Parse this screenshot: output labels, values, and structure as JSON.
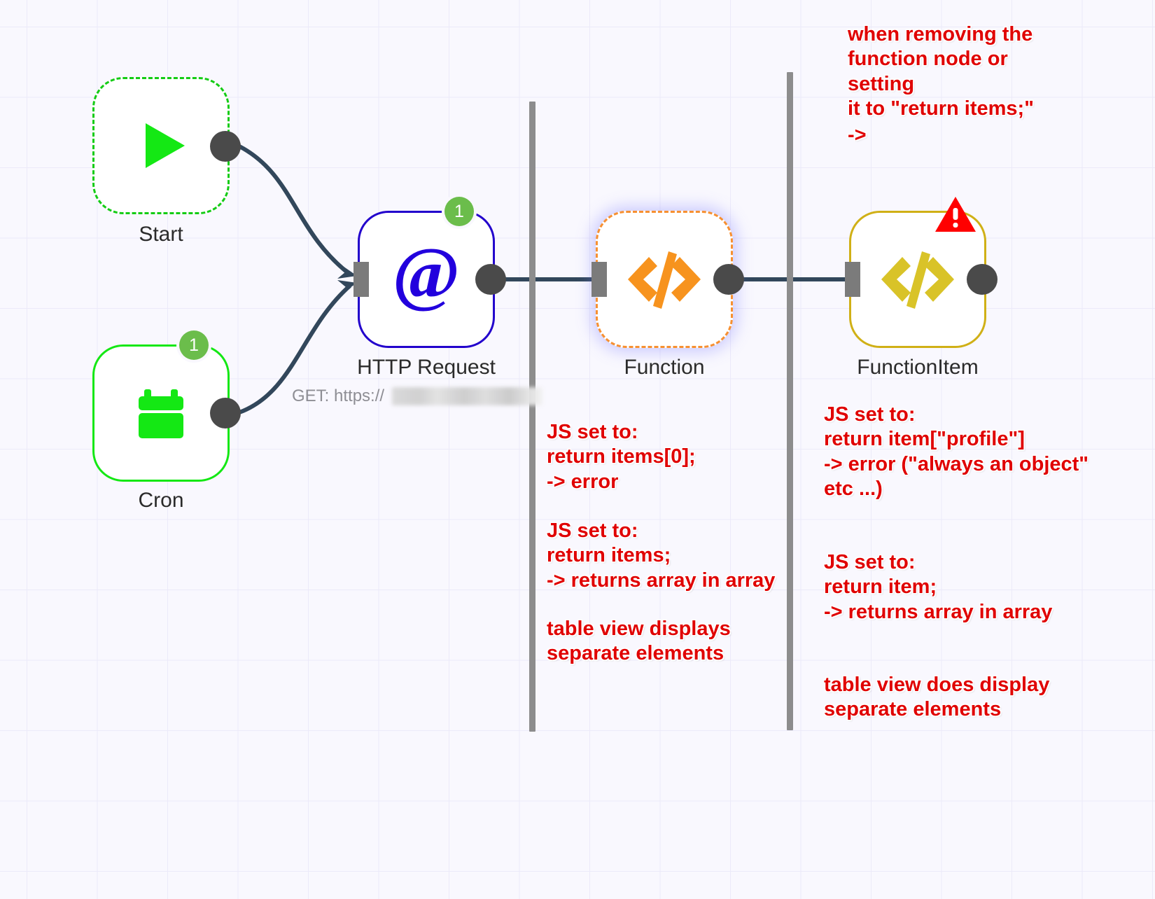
{
  "canvas": {
    "background_color": "#f9f8fe",
    "grid_color": "#eceaf9"
  },
  "nodes": [
    {
      "id": "start",
      "label": "Start",
      "icon": "play-icon",
      "icon_color": "#14e814",
      "border_color": "#14cc14",
      "border_style": "dashed",
      "badge": null
    },
    {
      "id": "cron",
      "label": "Cron",
      "icon": "calendar-icon",
      "icon_color": "#14e814",
      "border_color": "#14e814",
      "border_style": "solid",
      "badge": "1"
    },
    {
      "id": "http-request",
      "label": "HTTP Request",
      "sublabel": "GET: https://",
      "icon": "at-sign-icon",
      "icon_color": "#2200dd",
      "border_color": "#2200cc",
      "border_style": "solid",
      "badge": "1"
    },
    {
      "id": "function",
      "label": "Function",
      "icon": "code-brackets-icon",
      "icon_color": "#f7931e",
      "border_color": "#f79031",
      "border_style": "dashed",
      "badge": null
    },
    {
      "id": "functionitem",
      "label": "FunctionItem",
      "icon": "code-brackets-icon",
      "icon_color": "#d9c328",
      "border_color": "#d0b016",
      "border_style": "solid",
      "badge": null,
      "warning": "warning-triangle-icon"
    }
  ],
  "annotations": {
    "top_right": "when removing the\nfunction node or setting\nit to \"return items;\"",
    "top_right_arrow": "->",
    "function_col": {
      "block1": "JS set to:\nreturn items[0];\n-> error",
      "block2": "JS set to:\nreturn items;\n-> returns array in array",
      "block3": "table view displays\nseparate elements"
    },
    "functionitem_col": {
      "block1": "JS set to:\nreturn item[\"profile\"]\n-> error (\"always an object\"\netc ...)",
      "block2": "JS set to:\nreturn item;\n-> returns array in array",
      "block3": "table view does display\nseparate elements"
    }
  },
  "colors": {
    "annotation_red": "#e00000",
    "connector": "#32475b",
    "endpoint_dot": "#4a4a4a",
    "input_rect": "#7b7b7b",
    "badge_green": "#6bbd4b",
    "guide_bar": "#8d8d8d",
    "warning_red": "#ff0000"
  }
}
